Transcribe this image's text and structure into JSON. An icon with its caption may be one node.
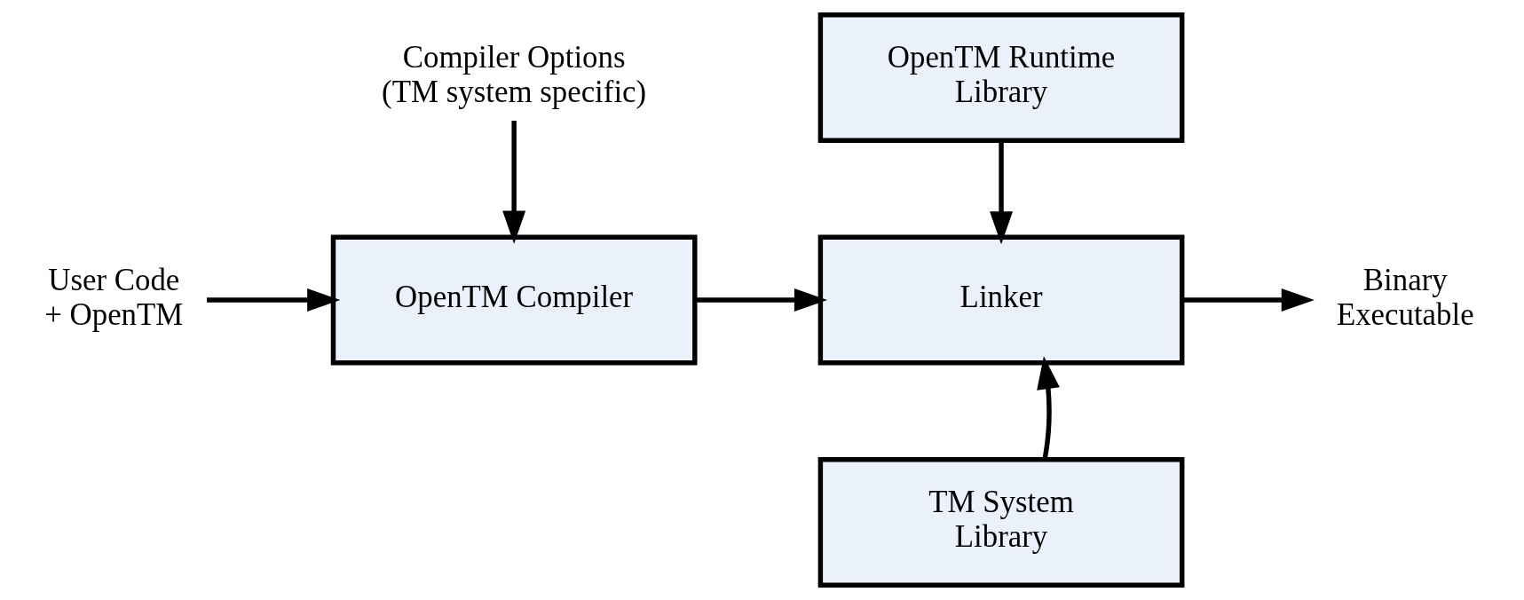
{
  "diagram": {
    "nodes": [
      {
        "text": [
          "User Code + OpenTM"
        ]
      },
      {
        "text": [
          "Compiler Options",
          "(TM system specific)"
        ]
      },
      {
        "text": [
          "OpenTM Compiler"
        ]
      },
      {
        "text": [
          "OpenTM Runtime Library"
        ]
      },
      {
        "text": [
          "Linker"
        ]
      },
      {
        "text": [
          "Binary Executable"
        ]
      },
      {
        "text": [
          "TM System Library"
        ]
      }
    ],
    "edges": [
      {
        "from": 0,
        "to": 2,
        "arrow": "to"
      },
      {
        "from": 1,
        "to": 2,
        "arrow": "to"
      },
      {
        "from": 2,
        "to": 4,
        "arrow": "to"
      },
      {
        "from": 3,
        "to": 4,
        "arrow": "to"
      },
      {
        "from": 6,
        "to": 4,
        "arrow": "to"
      },
      {
        "from": 4,
        "to": 5,
        "arrow": "to"
      }
    ]
  }
}
